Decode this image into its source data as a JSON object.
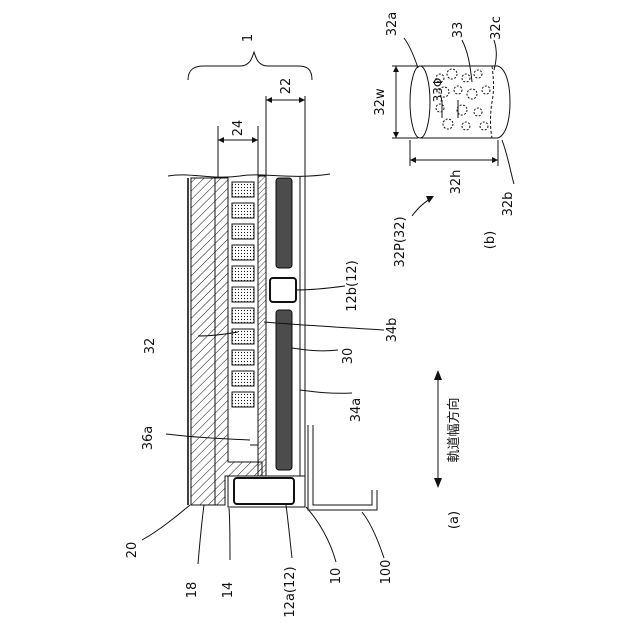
{
  "figure": {
    "colors": {
      "ink": "#111111",
      "dark_fill": "#3a3a3a",
      "paper": "#ffffff"
    },
    "part_a": {
      "caption": "(a)",
      "direction_label": "軌道幅方向",
      "labels": {
        "assembly": "1",
        "layer_22": "22",
        "layer_24": "24",
        "item_32": "32",
        "item_36a": "36a",
        "item_20": "20",
        "item_18": "18",
        "item_14": "14",
        "item_12a": "12a(12)",
        "item_10": "10",
        "item_100": "100",
        "item_34a": "34a",
        "item_30": "30",
        "item_34b": "34b",
        "item_12b": "12b(12)"
      }
    },
    "part_b": {
      "caption": "(b)",
      "labels": {
        "item_32a": "32a",
        "item_33": "33",
        "item_32c": "32c",
        "item_32w": "32w",
        "item_33phi": "33Φ",
        "item_32h": "32h",
        "item_32b": "32b",
        "item_32p": "32P(32)"
      }
    }
  }
}
